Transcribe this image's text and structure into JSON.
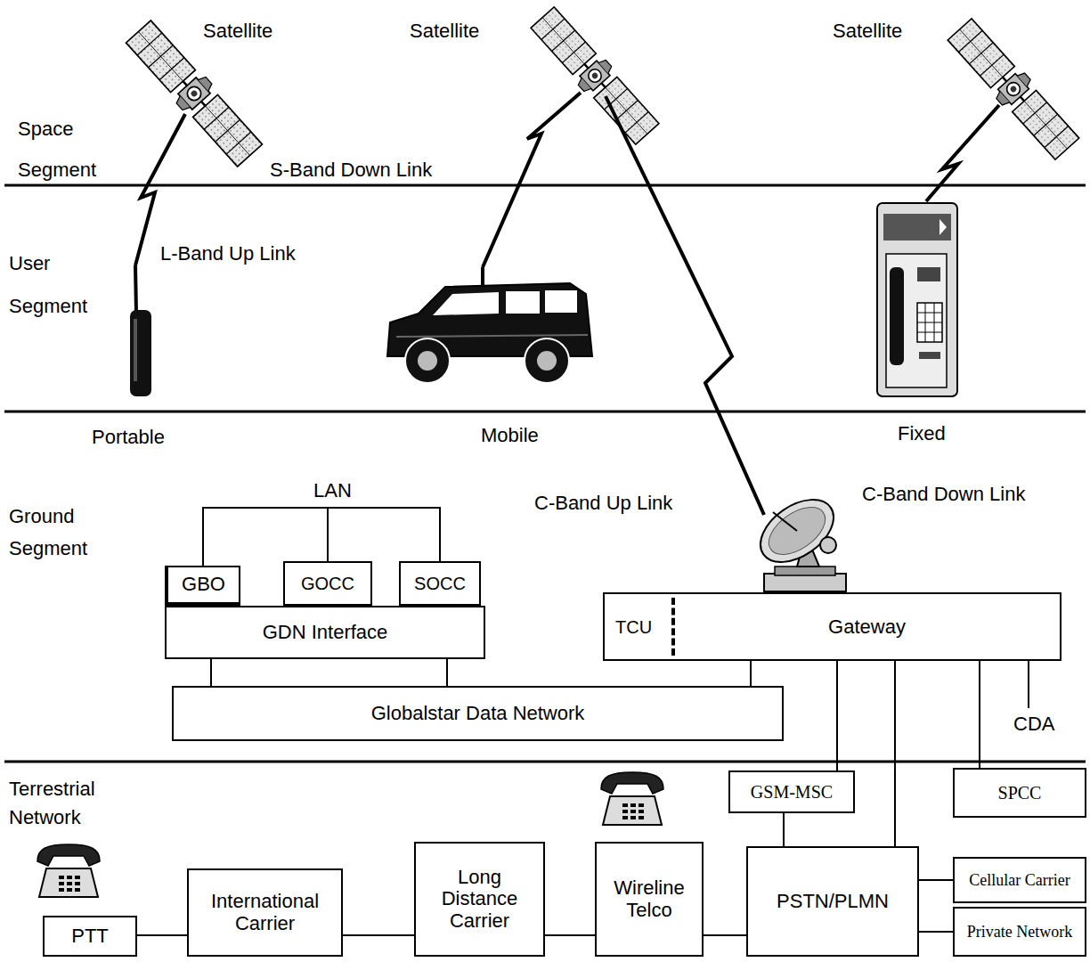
{
  "diagram": {
    "nodes": [
      {
        "text": [
          "GBO"
        ]
      },
      {
        "text": [
          "GOCC"
        ]
      },
      {
        "text": [
          "SOCC"
        ]
      },
      {
        "text": [
          "GDN Interface"
        ]
      },
      {
        "text": [
          "TCU",
          "Gateway"
        ]
      },
      {
        "text": [
          "Globalstar Data Network"
        ]
      },
      {
        "text": [
          "GSM-MSC"
        ]
      },
      {
        "text": [
          "SPCC"
        ]
      },
      {
        "text": [
          "PTT"
        ]
      },
      {
        "text": [
          "International Carrier"
        ]
      },
      {
        "text": [
          "Long Distance Carrier"
        ]
      },
      {
        "text": [
          "Wireline Telco"
        ]
      },
      {
        "text": [
          "PSTN/PLMN"
        ]
      },
      {
        "text": [
          "Cellular Carrier"
        ]
      },
      {
        "text": [
          "Private Network"
        ]
      }
    ],
    "edges": [
      {
        "from": 0,
        "to": 1,
        "arrow": "none"
      },
      {
        "from": 1,
        "to": 2,
        "arrow": "none"
      },
      {
        "from": 3,
        "to": 5,
        "arrow": "none"
      },
      {
        "from": 3,
        "to": 5,
        "arrow": "none"
      },
      {
        "from": 4,
        "to": 5,
        "arrow": "none"
      },
      {
        "from": 4,
        "to": 6,
        "arrow": "none"
      },
      {
        "from": 4,
        "to": 12,
        "arrow": "none"
      },
      {
        "from": 4,
        "to": 7,
        "arrow": "none"
      },
      {
        "from": 6,
        "to": 12,
        "arrow": "none"
      },
      {
        "from": 8,
        "to": 9,
        "arrow": "none"
      },
      {
        "from": 9,
        "to": 10,
        "arrow": "none"
      },
      {
        "from": 10,
        "to": 11,
        "arrow": "none"
      },
      {
        "from": 11,
        "to": 12,
        "arrow": "none"
      },
      {
        "from": 12,
        "to": 13,
        "arrow": "none"
      },
      {
        "from": 12,
        "to": 14,
        "arrow": "none"
      }
    ],
    "labels": [
      "Satellite",
      "Satellite",
      "Satellite",
      "Space Segment",
      "S-Band Down Link",
      "User Segment",
      "L-Band Up Link",
      "Portable",
      "Mobile",
      "Fixed",
      "Ground Segment",
      "LAN",
      "C-Band Up Link",
      "C-Band Down Link",
      "CDA",
      "Terrestrial Network"
    ]
  }
}
